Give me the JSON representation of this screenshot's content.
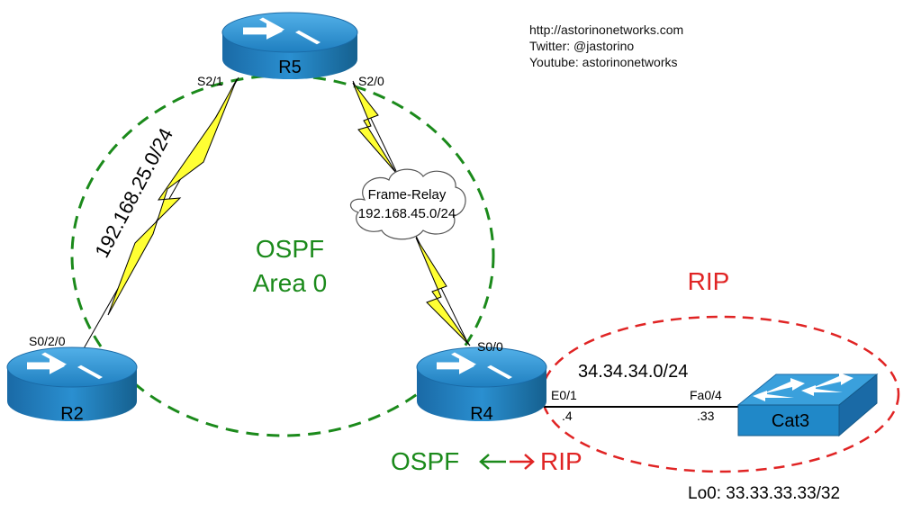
{
  "credits": {
    "website": "http://astorinonetworks.com",
    "twitter": "Twitter: @jastorino",
    "youtube": "Youtube: astorinonetworks"
  },
  "devices": {
    "r5": {
      "label": "R5",
      "type": "router"
    },
    "r2": {
      "label": "R2",
      "type": "router"
    },
    "r4": {
      "label": "R4",
      "type": "router"
    },
    "cat3": {
      "label": "Cat3",
      "type": "switch"
    }
  },
  "interfaces": {
    "r5_s21": "S2/1",
    "r5_s20": "S2/0",
    "r2_s020": "S0/2/0",
    "r4_s00": "S0/0",
    "r4_e01": "E0/1",
    "cat3_fa04": "Fa0/4",
    "r4_ip_suffix": ".4",
    "cat3_ip_suffix": ".33"
  },
  "links": {
    "r5_r2_subnet": "192.168.25.0/24",
    "frame_relay_title": "Frame-Relay",
    "frame_relay_subnet": "192.168.45.0/24",
    "ethernet_subnet": "34.34.34.0/24"
  },
  "areas": {
    "ospf_line1": "OSPF",
    "ospf_line2": "Area 0",
    "rip": "RIP"
  },
  "redistribution": {
    "left": "OSPF",
    "right": "RIP"
  },
  "loopback": "Lo0: 33.33.33.33/32",
  "colors": {
    "ospf": "#1b8a1b",
    "rip": "#e02424",
    "router_top": "#2c87c6",
    "router_body": "#1f78b8",
    "serial_bolt": "#ffff33"
  }
}
